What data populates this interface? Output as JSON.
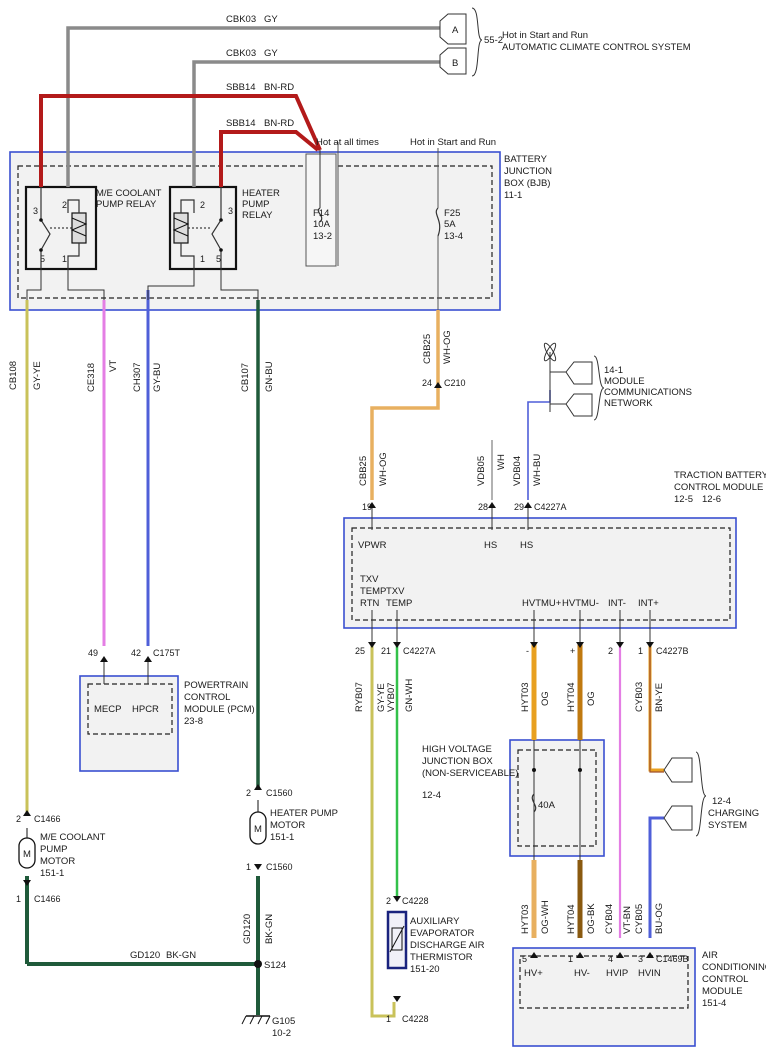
{
  "wires": {
    "cbk03_a": {
      "circuit": "CBK03",
      "color": "GY"
    },
    "cbk03_b": {
      "circuit": "CBK03",
      "color": "GY"
    },
    "sbb14_a": {
      "circuit": "SBB14",
      "color": "BN-RD"
    },
    "sbb14_b": {
      "circuit": "SBB14",
      "color": "BN-RD"
    },
    "cb108": {
      "circuit": "CB108",
      "color": "GY-YE"
    },
    "ce318": {
      "circuit": "CE318",
      "color": "VT"
    },
    "ch307": {
      "circuit": "CH307",
      "color": "GY-BU"
    },
    "cb107": {
      "circuit": "CB107",
      "color": "GN-BU"
    },
    "cbb25_top": {
      "circuit": "CBB25",
      "color": "WH-OG"
    },
    "cbb25_low": {
      "circuit": "CBB25",
      "color": "WH-OG"
    },
    "vdb05": {
      "circuit": "VDB05",
      "color": "WH"
    },
    "vdb04": {
      "circuit": "VDB04",
      "color": "WH-BU"
    },
    "ryb07": {
      "circuit": "RYB07",
      "color": "GY-YE"
    },
    "vyb07": {
      "circuit": "VYB07",
      "color": "GN-WH"
    },
    "hyt03_top": {
      "circuit": "HYT03",
      "color": "OG"
    },
    "hyt04_top": {
      "circuit": "HYT04",
      "color": "OG"
    },
    "cyb03": {
      "circuit": "CYB03",
      "color": "BN-YE"
    },
    "hyt03_low": {
      "circuit": "HYT03",
      "color": "OG-WH"
    },
    "hyt04_low": {
      "circuit": "HYT04",
      "color": "OG-BK"
    },
    "cyb04": {
      "circuit": "CYB04",
      "color": "VT-BN"
    },
    "cyb05": {
      "circuit": "CYB05",
      "color": "BU-OG"
    },
    "gd120_v": {
      "circuit": "GD120",
      "color": "BK-GN"
    },
    "gd120_h": {
      "circuit": "GD120",
      "color": "BK-GN"
    }
  },
  "connectors": {
    "a": "A",
    "b": "B",
    "acc_ref": "55-2",
    "acc_line1": "Hot in Start and Run",
    "acc_line2": "AUTOMATIC CLIMATE CONTROL SYSTEM",
    "mcn_line1": "14-1",
    "mcn_line2": "MODULE",
    "mcn_line3": "COMMUNICATIONS",
    "mcn_line4": "NETWORK",
    "chg_line1": "12-4",
    "chg_line2": "CHARGING",
    "chg_line3": "SYSTEM"
  },
  "bjb": {
    "hot_always": "Hot at all times",
    "hot_run": "Hot in Start and Run",
    "title1": "BATTERY",
    "title2": "JUNCTION",
    "title3": "BOX (BJB)",
    "title4": "11-1",
    "relay1_line1": "M/E COOLANT",
    "relay1_line2": "PUMP RELAY",
    "relay2_line1": "HEATER",
    "relay2_line2": "PUMP",
    "relay2_line3": "RELAY",
    "pin3": "3",
    "pin2": "2",
    "pin5": "5",
    "pin1": "1",
    "pin2b": "2",
    "pin3b": "3",
    "pin1b": "1",
    "pin5b": "5",
    "f14_1": "F14",
    "f14_2": "10A",
    "f14_3": "13-2",
    "f25_1": "F25",
    "f25_2": "5A",
    "f25_3": "13-4"
  },
  "pcm": {
    "pin49": "49",
    "pin42": "42",
    "conn": "C175T",
    "mecp": "MECP",
    "hpcr": "HPCR",
    "t1": "POWERTRAIN",
    "t2": "CONTROL",
    "t3": "MODULE (PCM)",
    "t4": "23-8"
  },
  "tbcm": {
    "c210_pin": "24",
    "c210": "C210",
    "p19": "19",
    "p28": "28",
    "p29": "29",
    "conn_top": "C4227A",
    "t1": "TRACTION BATTERY",
    "t2": "CONTROL MODULE",
    "t3": "12-5",
    "t4": "12-6",
    "vpwr": "VPWR",
    "hs1": "HS",
    "hs2": "HS",
    "txv1a": "TXV",
    "txv1b": "TEMP",
    "txv1c": "RTN",
    "txv2a": "TXV",
    "txv2b": "TEMP",
    "hvtmup": "HVTMU+",
    "hvtmum": "HVTMU-",
    "intm": "INT-",
    "intp": "INT+",
    "p25": "25",
    "p21": "21",
    "conn_bl": "C4227A",
    "pdash": "-",
    "pplus": "+",
    "p2": "2",
    "p1": "1",
    "conn_br": "C4227B"
  },
  "hvjb": {
    "t1": "HIGH VOLTAGE",
    "t2": "JUNCTION BOX",
    "t3": "(NON-SERVICEABLE)",
    "t4": "12-4",
    "fuse": "40A"
  },
  "acm": {
    "p5": "5",
    "p1": "1",
    "p4": "4",
    "p3": "3",
    "conn": "C1469B",
    "hvp": "HV+",
    "hvm": "HV-",
    "hvip": "HVIP",
    "hvin": "HVIN",
    "t1": "AIR",
    "t2": "CONDITIONING",
    "t3": "CONTROL",
    "t4": "MODULE",
    "t5": "151-4"
  },
  "thermistor": {
    "p2": "2",
    "conn_top": "C4228",
    "p1": "1",
    "conn_bot": "C4228",
    "t1": "AUXILIARY",
    "t2": "EVAPORATOR",
    "t3": "DISCHARGE AIR",
    "t4": "THERMISTOR",
    "t5": "151-20"
  },
  "motors": {
    "mec_pin2": "2",
    "mec_conn2": "C1466",
    "mec_pin1": "1",
    "mec_conn1": "C1466",
    "mec_t1": "M/E COOLANT",
    "mec_t2": "PUMP",
    "mec_t3": "MOTOR",
    "mec_t4": "151-1",
    "hp_pin2": "2",
    "hp_conn2": "C1560",
    "hp_pin1": "1",
    "hp_conn1": "C1560",
    "hp_t1": "HEATER PUMP",
    "hp_t2": "MOTOR",
    "hp_t3": "151-1",
    "m": "M"
  },
  "ground": {
    "splice": "S124",
    "g1": "G105",
    "g2": "10-2"
  },
  "colors": {
    "gray": "#8a8a8a",
    "red": "#b31a1a",
    "yellowgreen": "#c9c25a",
    "violet": "#e47ee4",
    "blue": "#4f5fd8",
    "darkgreen": "#1f5a3a",
    "whiteorange": "#e8b060",
    "orange": "#e8a020",
    "brown": "#a0522d",
    "box_border": "#3a4fd0"
  }
}
